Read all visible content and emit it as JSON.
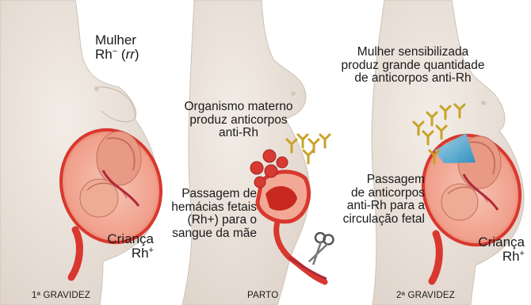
{
  "panels": [
    {
      "caption": "1ª GRAVIDEZ",
      "mother": {
        "line1": "Mulher",
        "rh_base": "Rh",
        "rh_sign": "−",
        "genotype": "rr"
      },
      "child": {
        "line1": "Criança",
        "rh_base": "Rh",
        "rh_sign": "+"
      }
    },
    {
      "caption": "PARTO",
      "antibody_text": [
        "Organismo materno",
        "produz anticorpos",
        "anti-Rh"
      ],
      "passage_text": [
        "Passagem de",
        "hemácias fetais",
        "(Rh+) para o",
        "sangue da mãe"
      ]
    },
    {
      "caption": "2ª GRAVIDEZ",
      "sensitized_text": [
        "Mulher sensibilizada",
        "produz grande quantidade",
        "de anticorpos anti-Rh"
      ],
      "passage_text": [
        "Passagem",
        "de anticorpos",
        "anti-Rh para a",
        "circulação fetal"
      ],
      "child": {
        "line1": "Criança",
        "rh_base": "Rh",
        "rh_sign": "+"
      }
    }
  ],
  "colors": {
    "skin": "#ece4dd",
    "skin_shadow": "#d8ccc2",
    "uterus": "#e8473c",
    "uterus_inner": "#f4b6a6",
    "fetus": "#e89a86",
    "antibody": "#c9a227",
    "rbc": "#d83a32",
    "blue_beam": "#2aa3d8"
  }
}
